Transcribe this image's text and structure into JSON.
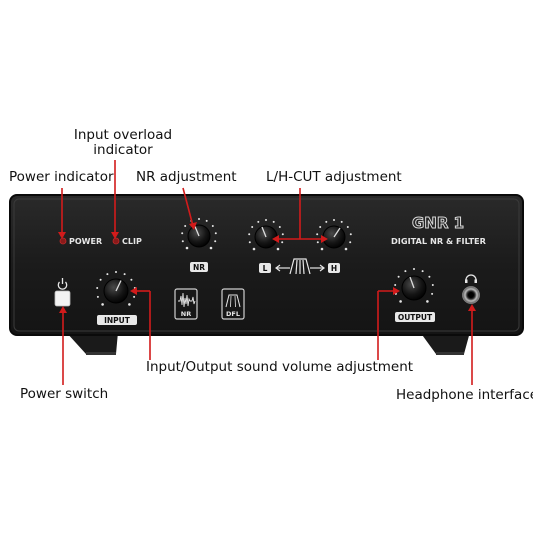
{
  "device": {
    "model": "GNR 1",
    "subtitle": "DIGITAL NR & FILTER",
    "led_power_label": "POWER",
    "led_clip_label": "CLIP",
    "knob_nr_label": "NR",
    "knob_l_label": "L",
    "knob_h_label": "H",
    "knob_input_label": "INPUT",
    "knob_output_label": "OUTPUT",
    "button_nr_label": "NR",
    "button_dfl_label": "DFL"
  },
  "callouts": {
    "input_overload_line1": "Input overload",
    "input_overload_line2": "indicator",
    "power_indicator": "Power indicator",
    "nr_adjustment": "NR adjustment",
    "lh_cut_adjustment": "L/H-CUT adjustment",
    "io_volume": "Input/Output sound volume adjustment",
    "power_switch": "Power switch",
    "headphone": "Headphone interface"
  },
  "colors": {
    "panel": "#1e1e1e",
    "callout_line": "#d21b1b",
    "led_off": "#8a1a1a"
  }
}
